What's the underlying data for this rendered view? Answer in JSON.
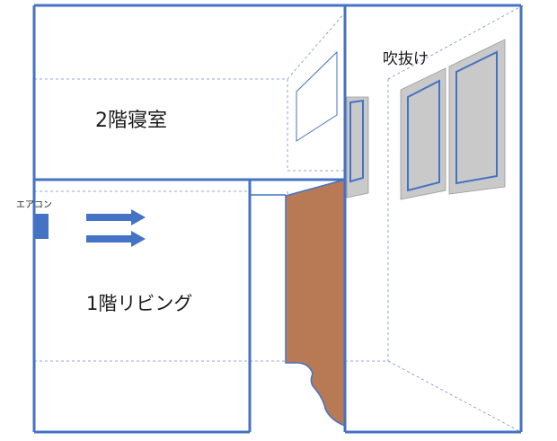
{
  "labels": {
    "bedroom": "2階寝室",
    "atrium": "吹抜け",
    "living": "1階リビング",
    "air_conditioner": "エアコン"
  },
  "colors": {
    "wall_line": "#4472c4",
    "dashed_line": "#6f8fc8",
    "window_fill": "#c9c9c9",
    "door_fill": "#b87a55",
    "ac_unit": "#4472c4",
    "text": "#1a1a1a"
  },
  "icons": {
    "air_flow": "double-right-arrow-icon"
  }
}
